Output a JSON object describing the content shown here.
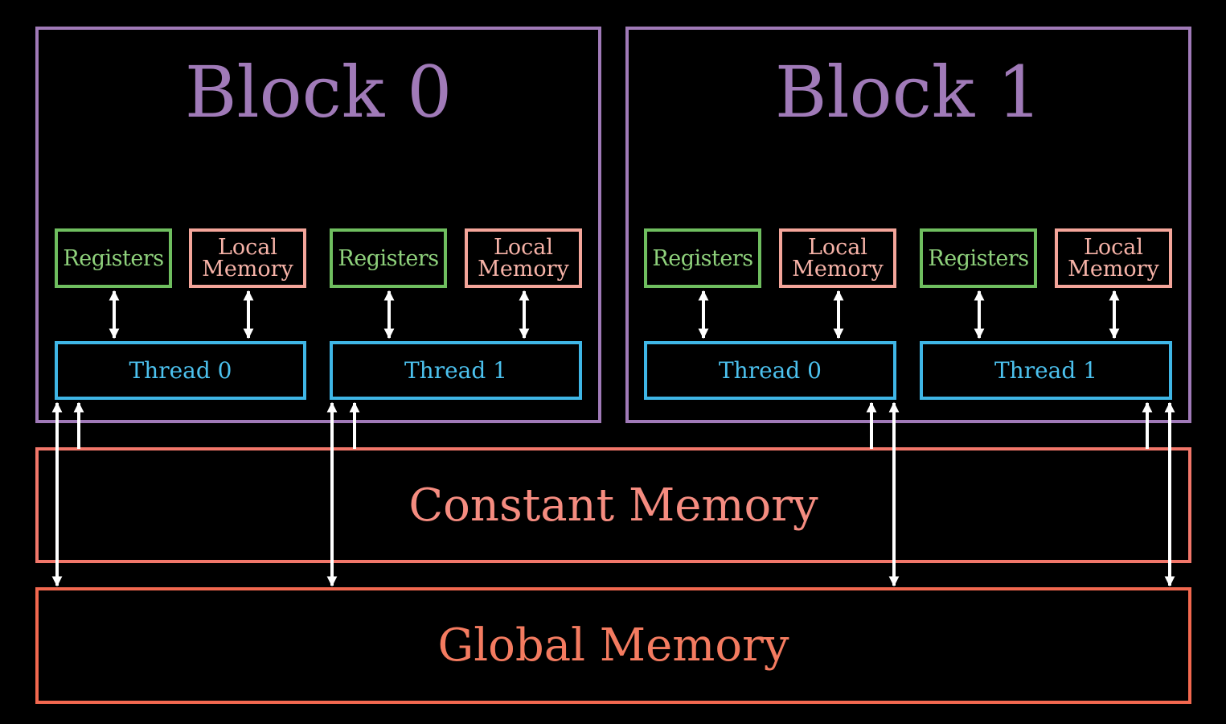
{
  "colors": {
    "background": "#000000",
    "block": "#a07ab8",
    "registers": "#6fbe5f",
    "local_memory": "#f4a59a",
    "thread": "#3fb6e6",
    "constant_memory": "#f2776a",
    "global_memory": "#f2684f",
    "arrow": "#ffffff"
  },
  "blocks": [
    {
      "title": "Block 0",
      "threads": [
        {
          "label": "Thread 0",
          "registers": "Registers",
          "local_line1": "Local",
          "local_line2": "Memory"
        },
        {
          "label": "Thread 1",
          "registers": "Registers",
          "local_line1": "Local",
          "local_line2": "Memory"
        }
      ]
    },
    {
      "title": "Block 1",
      "threads": [
        {
          "label": "Thread 0",
          "registers": "Registers",
          "local_line1": "Local",
          "local_line2": "Memory"
        },
        {
          "label": "Thread 1",
          "registers": "Registers",
          "local_line1": "Local",
          "local_line2": "Memory"
        }
      ]
    }
  ],
  "constant_memory": {
    "label": "Constant Memory"
  },
  "global_memory": {
    "label": "Global Memory"
  }
}
